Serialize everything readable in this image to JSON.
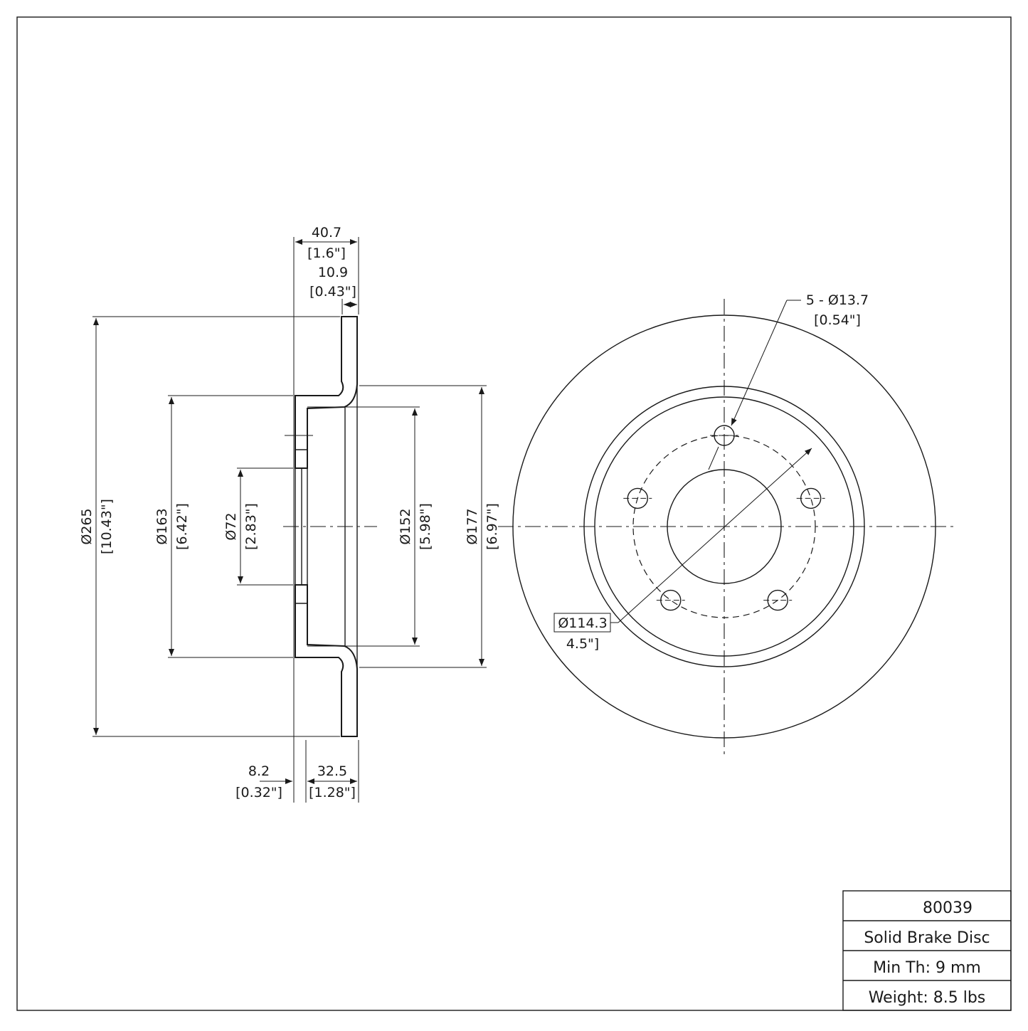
{
  "title_block": {
    "part_number": "80039",
    "description": "Solid Brake Disc",
    "min_thickness": "Min Th: 9 mm",
    "weight": "Weight: 8.5 lbs"
  },
  "dimensions": {
    "overall_height": {
      "mm": "40.7",
      "in": "[1.6\"]"
    },
    "rotor_thickness": {
      "mm": "10.9",
      "in": "[0.43\"]"
    },
    "outer_diameter": {
      "mm": "Ø265",
      "in": "[10.43\"]"
    },
    "hat_diameter": {
      "mm": "Ø163",
      "in": "[6.42\"]"
    },
    "center_bore": {
      "mm": "Ø72",
      "in": "[2.83\"]"
    },
    "inner_hat_diameter": {
      "mm": "Ø152",
      "in": "[5.98\"]"
    },
    "rotor_inner_diameter": {
      "mm": "Ø177",
      "in": "[6.97\"]"
    },
    "hub_thickness": {
      "mm": "8.2",
      "in": "[0.32\"]"
    },
    "offset": {
      "mm": "32.5",
      "in": "[1.28\"]"
    },
    "bolt_holes": {
      "mm": "5 - Ø13.7",
      "in": "[0.54\"]"
    },
    "bolt_circle": {
      "mm": "Ø114.3",
      "in": "4.5\"]"
    }
  },
  "bolt_count": 5
}
